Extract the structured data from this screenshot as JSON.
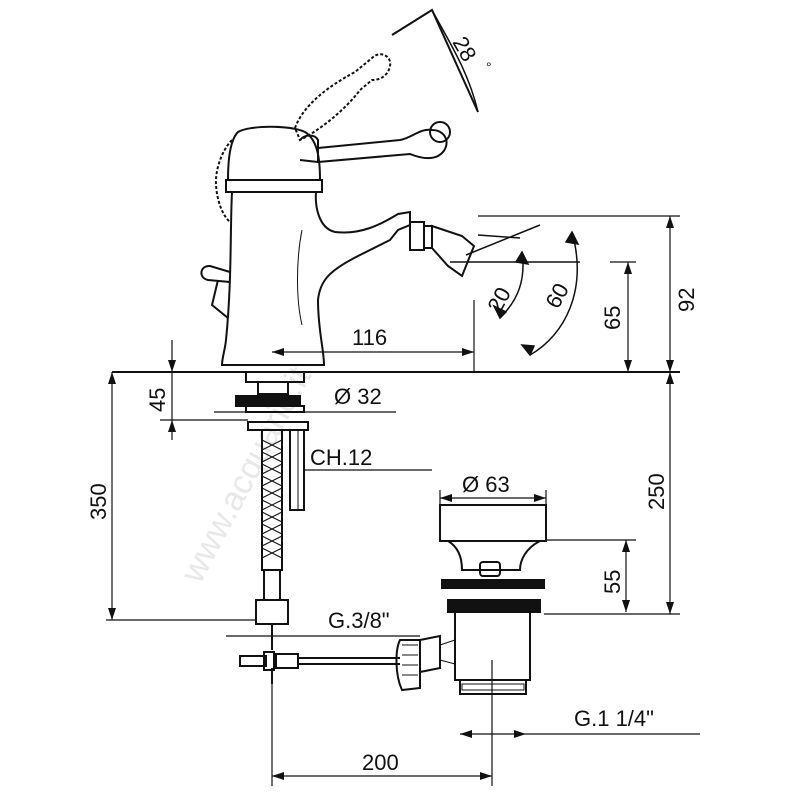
{
  "drawing": {
    "title": "",
    "watermark": "www.acquario.it",
    "colors": {
      "line": "#111111",
      "fill_dark": "#111111",
      "background": "#ffffff",
      "watermark": "#e8e8e8"
    },
    "labels": {
      "angle_handle": "28",
      "degree_mark": "°",
      "spout_height": "92",
      "spout_outlet_height": "65",
      "spray_angle_min": "20",
      "spray_angle_max": "60",
      "spout_reach": "116",
      "base_diameter": "Ø 32",
      "thread_length": "45",
      "wrench_size": "CH.12",
      "hose_length": "350",
      "supply_length": "250",
      "waste_diameter": "Ø 63",
      "waste_height": "55",
      "supply_thread": "G.3/8\"",
      "waste_thread": "G.1 1/4\"",
      "rod_length": "200"
    }
  }
}
